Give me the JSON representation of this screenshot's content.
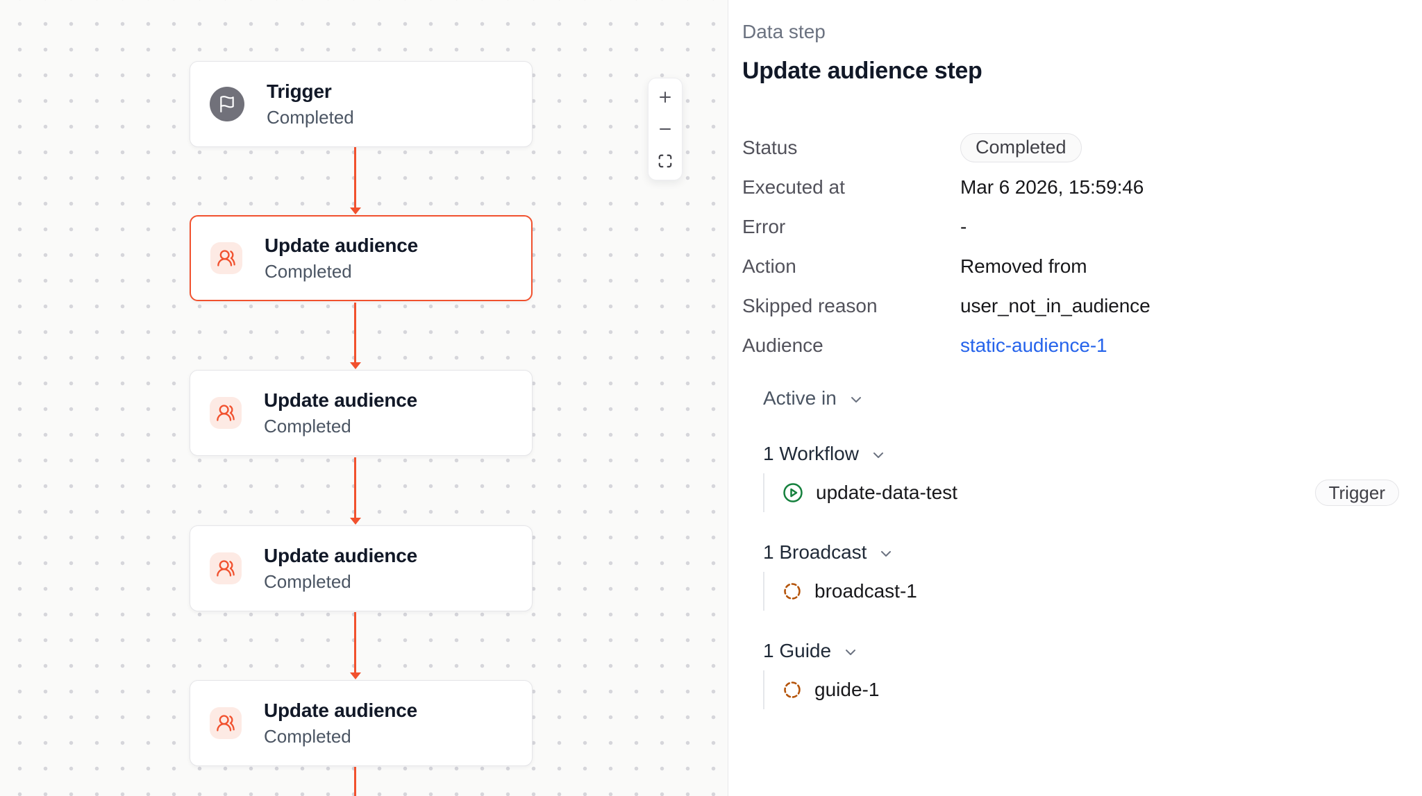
{
  "canvas": {
    "nodes": [
      {
        "title": "Trigger",
        "status": "Completed",
        "icon": "flag-icon",
        "selected": false
      },
      {
        "title": "Update audience",
        "status": "Completed",
        "icon": "users-icon",
        "selected": true
      },
      {
        "title": "Update audience",
        "status": "Completed",
        "icon": "users-icon",
        "selected": false
      },
      {
        "title": "Update audience",
        "status": "Completed",
        "icon": "users-icon",
        "selected": false
      },
      {
        "title": "Update audience",
        "status": "Completed",
        "icon": "users-icon",
        "selected": false
      }
    ],
    "zoom_toolbar": {
      "zoom_in_icon": "plus",
      "zoom_out_icon": "minus",
      "fit_view_icon": "maximize-corners"
    }
  },
  "panel": {
    "eyebrow": "Data step",
    "title": "Update audience step",
    "fields": [
      {
        "label": "Status",
        "value": "Completed"
      },
      {
        "label": "Executed at",
        "value": "Mar 6 2026, 15:59:46"
      },
      {
        "label": "Error",
        "value": "-"
      },
      {
        "label": "Action",
        "value": "Removed from"
      },
      {
        "label": "Skipped reason",
        "value": "user_not_in_audience"
      },
      {
        "label": "Audience",
        "value": "static-audience-1"
      }
    ],
    "active_in": {
      "label": "Active in",
      "groups": [
        {
          "label": "1 Workflow",
          "items": [
            {
              "name": "update-data-test",
              "icon": "play-circle-icon",
              "badge": "Trigger"
            }
          ]
        },
        {
          "label": "1 Broadcast",
          "items": [
            {
              "name": "broadcast-1",
              "icon": "dashed-circle-icon"
            }
          ]
        },
        {
          "label": "1 Guide",
          "items": [
            {
              "name": "guide-1",
              "icon": "dashed-circle-icon"
            }
          ]
        }
      ]
    }
  },
  "colors": {
    "accent_orange": "#f1512e",
    "accent_orange_soft": "#fdeae4",
    "link_blue": "#2563eb",
    "workflow_green": "#15803d",
    "broadcast_amber": "#b45309",
    "trigger_gray": "#71717a"
  }
}
